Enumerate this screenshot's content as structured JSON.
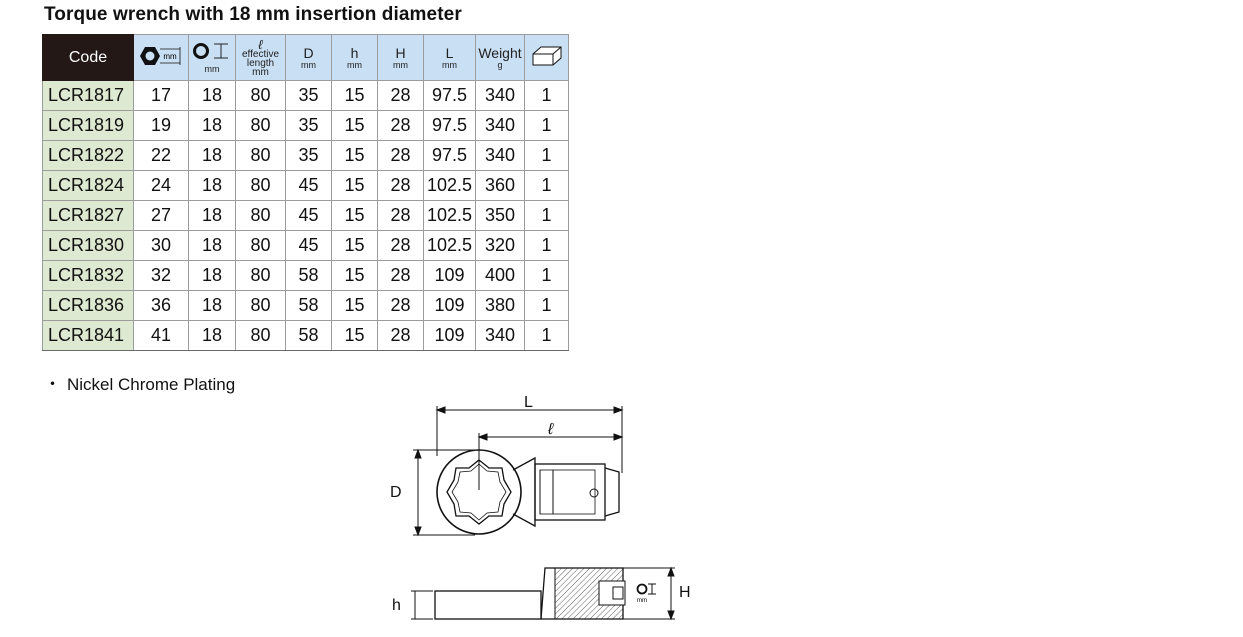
{
  "title": "Torque wrench with 18 mm insertion diameter",
  "table": {
    "headers": {
      "code": "Code",
      "hex_unit": "mm",
      "ins_unit": "mm",
      "ell_symbol": "ℓ",
      "ell_text1": "effective",
      "ell_text2": "length",
      "ell_unit": "mm",
      "d_label": "D",
      "d_unit": "mm",
      "h_label": "h",
      "h_unit": "mm",
      "H_label": "H",
      "H_unit": "mm",
      "L_label": "L",
      "L_unit": "mm",
      "weight_label": "Weight",
      "weight_unit": "g"
    },
    "rows": [
      [
        "LCR1817",
        "17",
        "18",
        "80",
        "35",
        "15",
        "28",
        "97.5",
        "340",
        "1"
      ],
      [
        "LCR1819",
        "19",
        "18",
        "80",
        "35",
        "15",
        "28",
        "97.5",
        "340",
        "1"
      ],
      [
        "LCR1822",
        "22",
        "18",
        "80",
        "35",
        "15",
        "28",
        "97.5",
        "340",
        "1"
      ],
      [
        "LCR1824",
        "24",
        "18",
        "80",
        "45",
        "15",
        "28",
        "102.5",
        "360",
        "1"
      ],
      [
        "LCR1827",
        "27",
        "18",
        "80",
        "45",
        "15",
        "28",
        "102.5",
        "350",
        "1"
      ],
      [
        "LCR1830",
        "30",
        "18",
        "80",
        "45",
        "15",
        "28",
        "102.5",
        "320",
        "1"
      ],
      [
        "LCR1832",
        "32",
        "18",
        "80",
        "58",
        "15",
        "28",
        "109",
        "400",
        "1"
      ],
      [
        "LCR1836",
        "36",
        "18",
        "80",
        "58",
        "15",
        "28",
        "109",
        "380",
        "1"
      ],
      [
        "LCR1841",
        "41",
        "18",
        "80",
        "58",
        "15",
        "28",
        "109",
        "340",
        "1"
      ]
    ]
  },
  "note": {
    "bullet": "・",
    "text": "Nickel Chrome Plating"
  },
  "diagram": {
    "label_L": "L",
    "label_ell": "ℓ",
    "label_D": "D",
    "label_h": "h",
    "label_H": "H",
    "unit_mm": "mm"
  },
  "icons": [
    "hex-socket-icon",
    "insertion-tool-icon",
    "package-box-icon"
  ]
}
